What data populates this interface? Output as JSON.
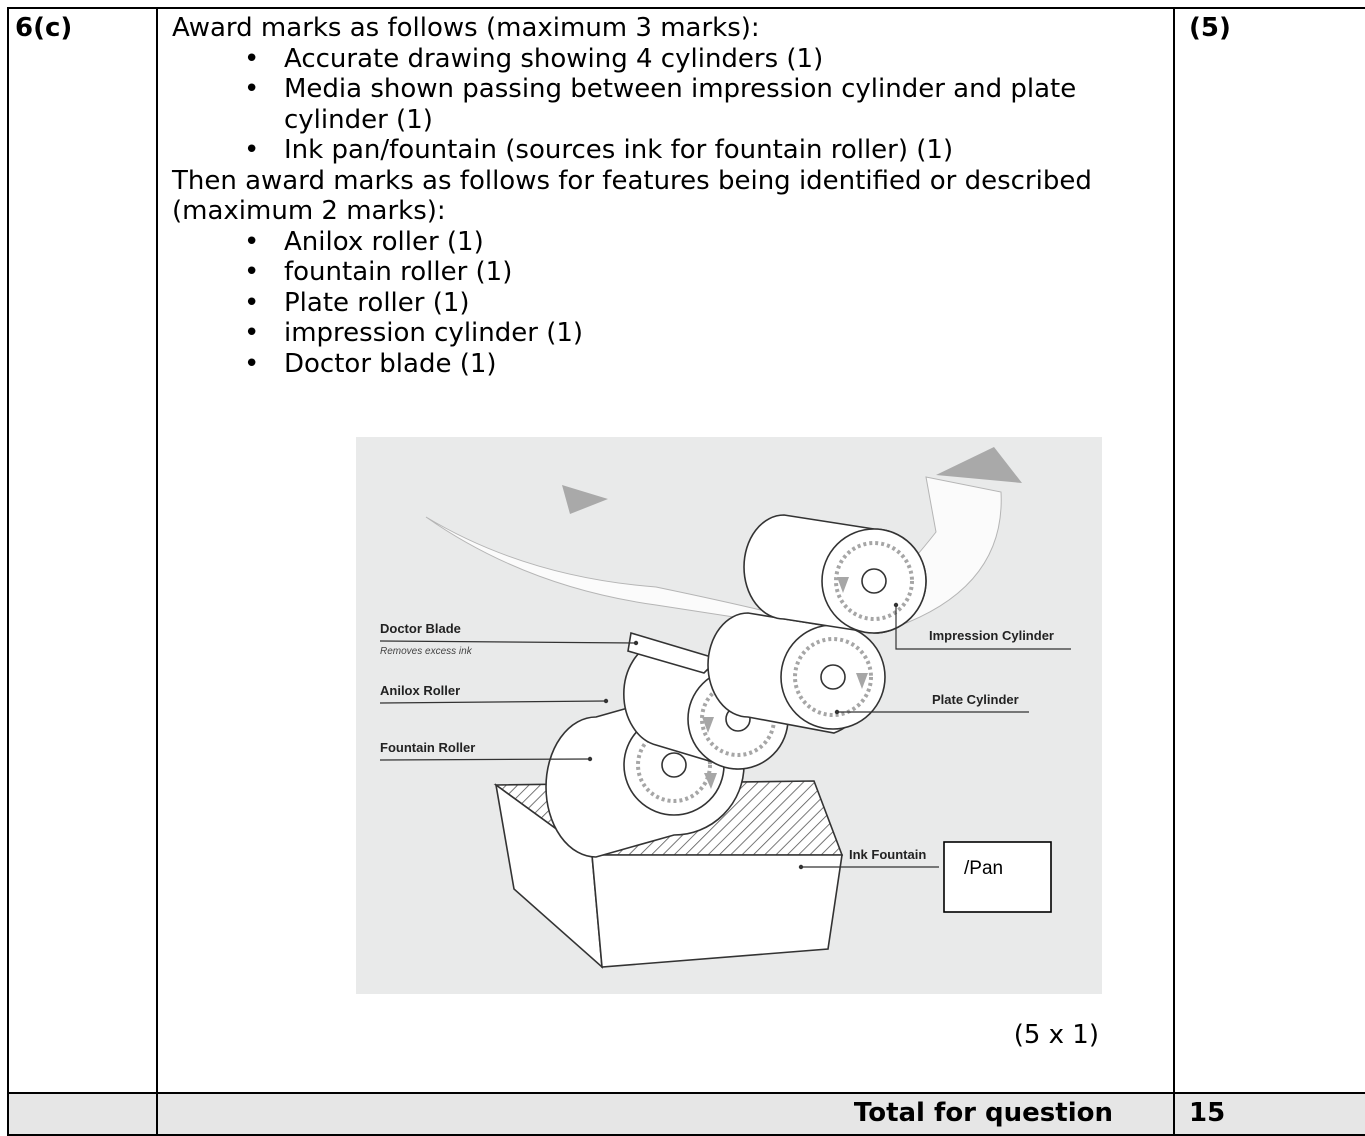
{
  "question": "6(c)",
  "marks": "(5)",
  "intro1": "Award marks as follows (maximum 3 marks):",
  "list1": [
    "Accurate drawing showing 4 cylinders (1)",
    "Media shown passing between impression cylinder and plate cylinder (1)",
    "Ink pan/fountain (sources ink for fountain roller) (1)"
  ],
  "intro2": "Then award marks as follows for features being identified or described (maximum 2 marks):",
  "list2": [
    "Anilox roller (1)",
    "fountain roller (1)",
    "Plate roller (1)",
    "impression cylinder (1)",
    "Doctor blade (1)"
  ],
  "diagram": {
    "doctor_blade": "Doctor Blade",
    "doctor_blade_note": "Removes excess ink",
    "anilox_roller": "Anilox Roller",
    "fountain_roller": "Fountain Roller",
    "impression_cylinder": "Impression Cylinder",
    "plate_cylinder": "Plate Cylinder",
    "ink_fountain": "Ink Fountain",
    "pan_note": "/Pan"
  },
  "formula": "(5 x 1)",
  "total_label": "Total for question",
  "total_value": "15"
}
